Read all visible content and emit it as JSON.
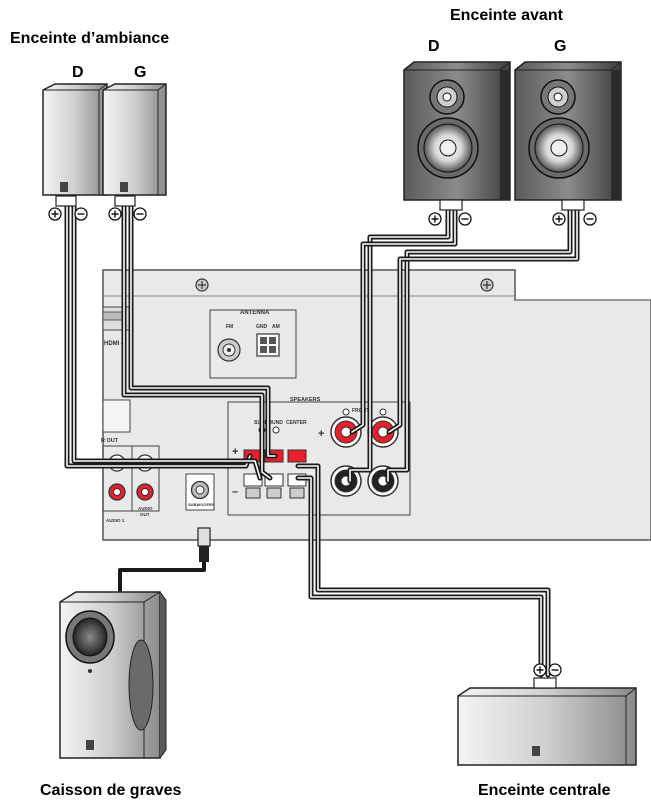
{
  "labels": {
    "surround_title": "Enceinte d’ambiance",
    "front_title": "Enceinte avant",
    "subwoofer_title": "Caisson de graves",
    "center_title": "Enceinte centrale",
    "surround_right": "D",
    "surround_left": "G",
    "front_right": "D",
    "front_left": "G"
  },
  "panel": {
    "antenna": "ANTENNA",
    "fm": "FM",
    "gnd": "GND",
    "am": "AM",
    "speakers": "SPEAKERS",
    "surround": "SURROUND",
    "center": "CENTER",
    "front": "FRONT",
    "subwoofer": "SUBWOOFER",
    "audio_out_1": "AUDIO",
    "audio_out_2": "OUT",
    "ar_out": "R OUT",
    "audio1": "AUDIO 1",
    "hdmi": "HDMI 4"
  },
  "colors": {
    "red_terminal": "#e8202c",
    "cable": "#1a1a1a",
    "panel": "#e9e9e9"
  }
}
